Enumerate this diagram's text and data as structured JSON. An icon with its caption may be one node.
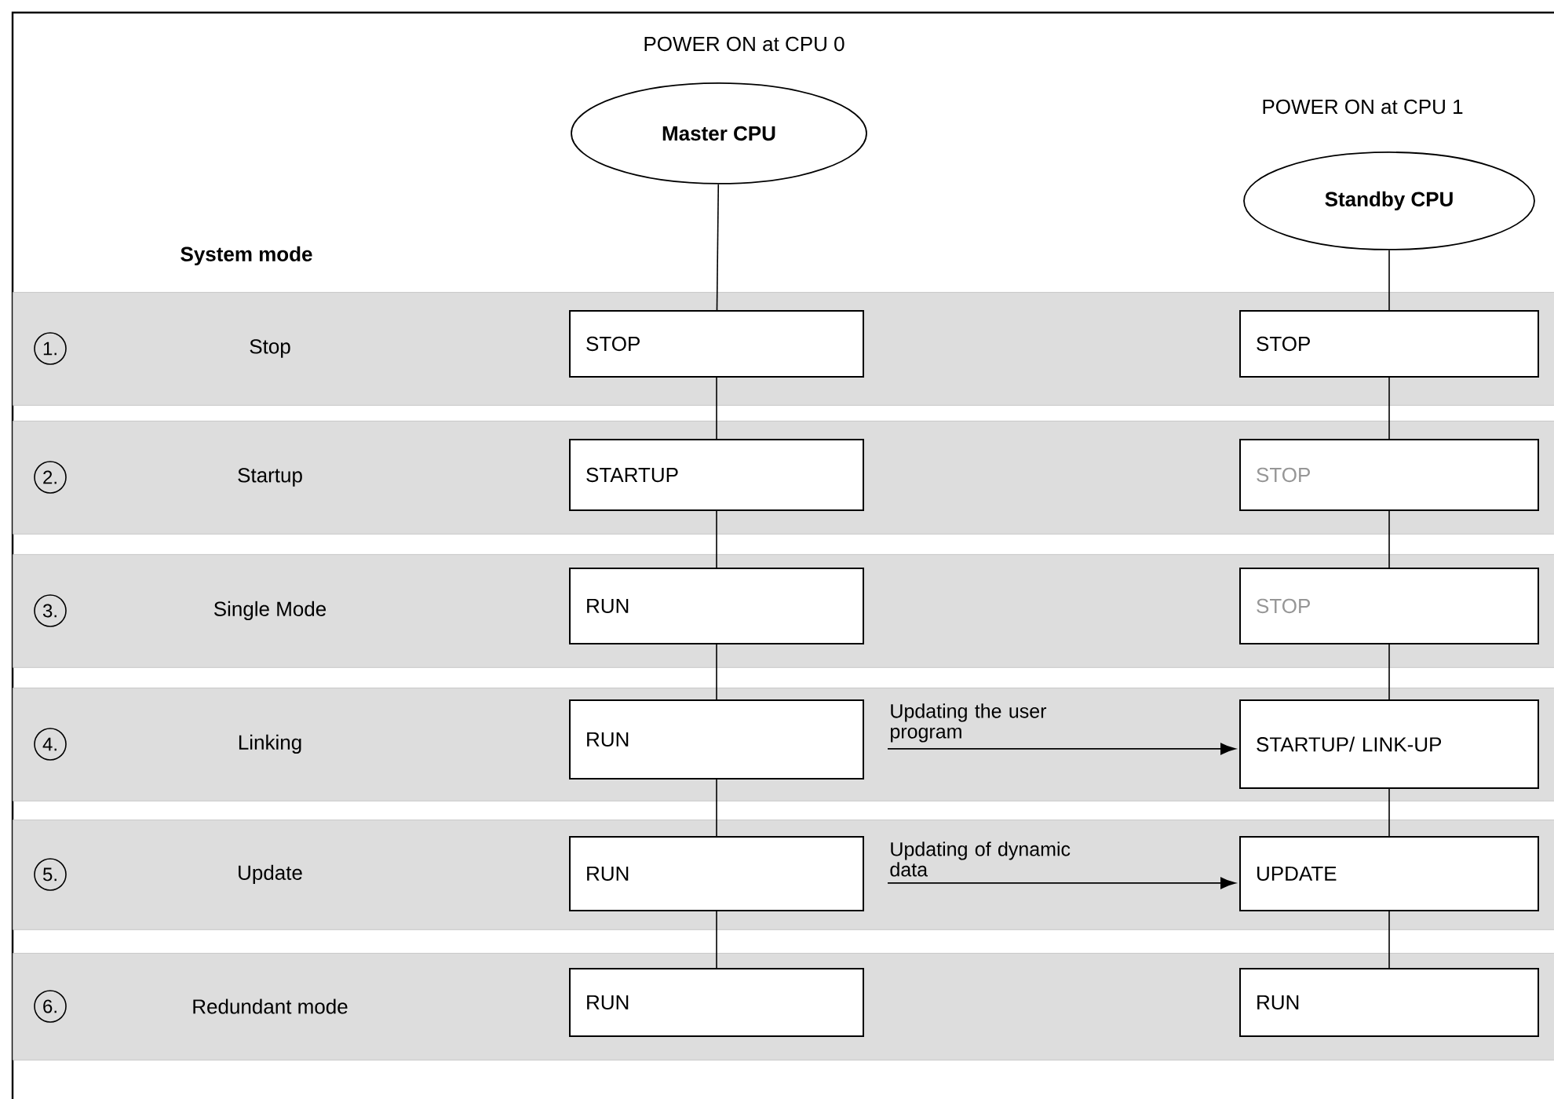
{
  "diagram": {
    "nodes": [
      {
        "text": [
          "Master CPU"
        ],
        "beside": [
          "POWER ON at CPU 0"
        ]
      },
      {
        "text": [
          "Standby CPU"
        ],
        "beside": [
          "POWER ON at CPU 1"
        ]
      },
      {
        "text": [
          "Stop"
        ]
      },
      {
        "text": [
          "1."
        ],
        "in": 2
      },
      {
        "text": [
          "STOP"
        ],
        "in": 2
      },
      {
        "text": [
          "STOP"
        ],
        "in": 2
      },
      {
        "text": [
          "Startup"
        ]
      },
      {
        "text": [
          "2."
        ],
        "in": 6
      },
      {
        "text": [
          "STARTUP"
        ],
        "in": 6
      },
      {
        "text": [
          "STOP"
        ],
        "in": 6
      },
      {
        "text": [
          "Single Mode"
        ]
      },
      {
        "text": [
          "3."
        ],
        "in": 10
      },
      {
        "text": [
          "RUN"
        ],
        "in": 10
      },
      {
        "text": [
          "STOP"
        ],
        "in": 10
      },
      {
        "text": [
          "Linking"
        ]
      },
      {
        "text": [
          "4."
        ],
        "in": 14
      },
      {
        "text": [
          "RUN"
        ],
        "in": 14
      },
      {
        "text": [
          "STARTUP/ LINK-UP"
        ],
        "in": 14
      },
      {
        "text": [
          "Update"
        ]
      },
      {
        "text": [
          "5."
        ],
        "in": 18
      },
      {
        "text": [
          "RUN"
        ],
        "in": 18
      },
      {
        "text": [
          "UPDATE"
        ],
        "in": 18
      },
      {
        "text": [
          "Redundant mode"
        ]
      },
      {
        "text": [
          "6."
        ],
        "in": 22
      },
      {
        "text": [
          "RUN"
        ],
        "in": 22
      },
      {
        "text": [
          "RUN"
        ],
        "in": 22
      }
    ],
    "edges": [
      {
        "from": 0,
        "to": 4,
        "arrow": "none"
      },
      {
        "from": 4,
        "to": 8,
        "arrow": "none"
      },
      {
        "from": 8,
        "to": 12,
        "arrow": "none"
      },
      {
        "from": 12,
        "to": 16,
        "arrow": "none"
      },
      {
        "from": 16,
        "to": 20,
        "arrow": "none"
      },
      {
        "from": 20,
        "to": 24,
        "arrow": "none"
      },
      {
        "from": 1,
        "to": 5,
        "arrow": "none"
      },
      {
        "from": 5,
        "to": 9,
        "arrow": "none"
      },
      {
        "from": 9,
        "to": 13,
        "arrow": "none"
      },
      {
        "from": 13,
        "to": 17,
        "arrow": "none"
      },
      {
        "from": 17,
        "to": 21,
        "arrow": "none"
      },
      {
        "from": 21,
        "to": 25,
        "arrow": "none"
      },
      {
        "from": 16,
        "to": 17,
        "arrow": "to",
        "label": "Updating the user program"
      },
      {
        "from": 20,
        "to": 21,
        "arrow": "to",
        "label": "Updating of dynamic data"
      }
    ],
    "labels": [
      "System mode"
    ]
  }
}
